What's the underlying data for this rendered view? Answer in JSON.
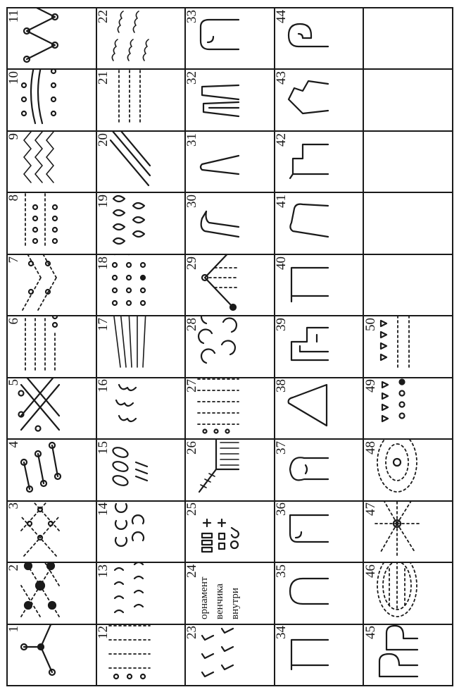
{
  "cells": [
    {
      "num": "1",
      "icon": "dotted-branch-motif-icon"
    },
    {
      "num": "2",
      "icon": "dotted-lattice-motif-icon"
    },
    {
      "num": "3",
      "icon": "dashed-diamond-net-motif-icon"
    },
    {
      "num": "4",
      "icon": "linked-circles-motif-icon"
    },
    {
      "num": "5",
      "icon": "cross-hatch-circles-motif-icon"
    },
    {
      "num": "6",
      "icon": "dashed-rows-circles-motif-icon"
    },
    {
      "num": "7",
      "icon": "herringbone-circles-motif-icon"
    },
    {
      "num": "8",
      "icon": "comb-rows-circles-motif-icon"
    },
    {
      "num": "9",
      "icon": "zigzag-circles-motif-icon"
    },
    {
      "num": "10",
      "icon": "curved-lines-circles-motif-icon"
    },
    {
      "num": "11",
      "icon": "zigzag-chain-motif-icon"
    },
    {
      "num": "12",
      "icon": "dashed-columns-circles-motif-icon"
    },
    {
      "num": "13",
      "icon": "arc-rows-motif-icon"
    },
    {
      "num": "14",
      "icon": "c-shape-stamps-motif-icon"
    },
    {
      "num": "15",
      "icon": "oval-stamps-motif-icon"
    },
    {
      "num": "16",
      "icon": "curl-stamps-motif-icon"
    },
    {
      "num": "17",
      "icon": "dense-dash-fan-motif-icon"
    },
    {
      "num": "18",
      "icon": "circle-rows-motif-icon"
    },
    {
      "num": "19",
      "icon": "teardrop-rows-motif-icon"
    },
    {
      "num": "20",
      "icon": "diagonal-lines-motif-icon"
    },
    {
      "num": "21",
      "icon": "dashed-lines-motif-icon"
    },
    {
      "num": "22",
      "icon": "rope-impressions-motif-icon"
    },
    {
      "num": "23",
      "icon": "corner-stamps-motif-icon"
    },
    {
      "num": "24",
      "caption": [
        "орнамент",
        "венчика",
        "внутри"
      ]
    },
    {
      "num": "25",
      "icon": "mixed-stamps-motif-icon"
    },
    {
      "num": "26",
      "icon": "hatched-rim-motif-icon"
    },
    {
      "num": "27",
      "icon": "dashed-rows-small-circles-motif-icon"
    },
    {
      "num": "28",
      "icon": "crescent-stamps-motif-icon"
    },
    {
      "num": "29",
      "icon": "triangle-pendant-motif-icon"
    },
    {
      "num": "30",
      "icon": "rim-profile-30-icon"
    },
    {
      "num": "31",
      "icon": "rim-profile-31-icon"
    },
    {
      "num": "32",
      "icon": "rim-profile-32-icon"
    },
    {
      "num": "33",
      "icon": "rim-profile-33-icon"
    },
    {
      "num": "34",
      "icon": "rim-profile-34-icon"
    },
    {
      "num": "35",
      "icon": "rim-profile-35-icon"
    },
    {
      "num": "36",
      "icon": "rim-profile-36-icon"
    },
    {
      "num": "37",
      "icon": "rim-profile-37-icon"
    },
    {
      "num": "38",
      "icon": "rim-profile-38-icon"
    },
    {
      "num": "39",
      "icon": "rim-profile-39-icon"
    },
    {
      "num": "40",
      "icon": "rim-profile-40-icon"
    },
    {
      "num": "41",
      "icon": "rim-profile-41-icon"
    },
    {
      "num": "42",
      "icon": "rim-profile-42-icon"
    },
    {
      "num": "43",
      "icon": "rim-profile-43-icon"
    },
    {
      "num": "44",
      "icon": "rim-profile-44-icon"
    },
    {
      "num": "45",
      "icon": "rim-profile-45-icon"
    },
    {
      "num": "46",
      "icon": "dashed-oval-rings-motif-icon"
    },
    {
      "num": "47",
      "icon": "radiating-dashes-motif-icon"
    },
    {
      "num": "48",
      "icon": "concentric-dashed-rings-motif-icon"
    },
    {
      "num": "49",
      "icon": "triangle-circle-rows-motif-icon"
    },
    {
      "num": "50",
      "icon": "triangle-dash-rows-motif-icon"
    }
  ]
}
